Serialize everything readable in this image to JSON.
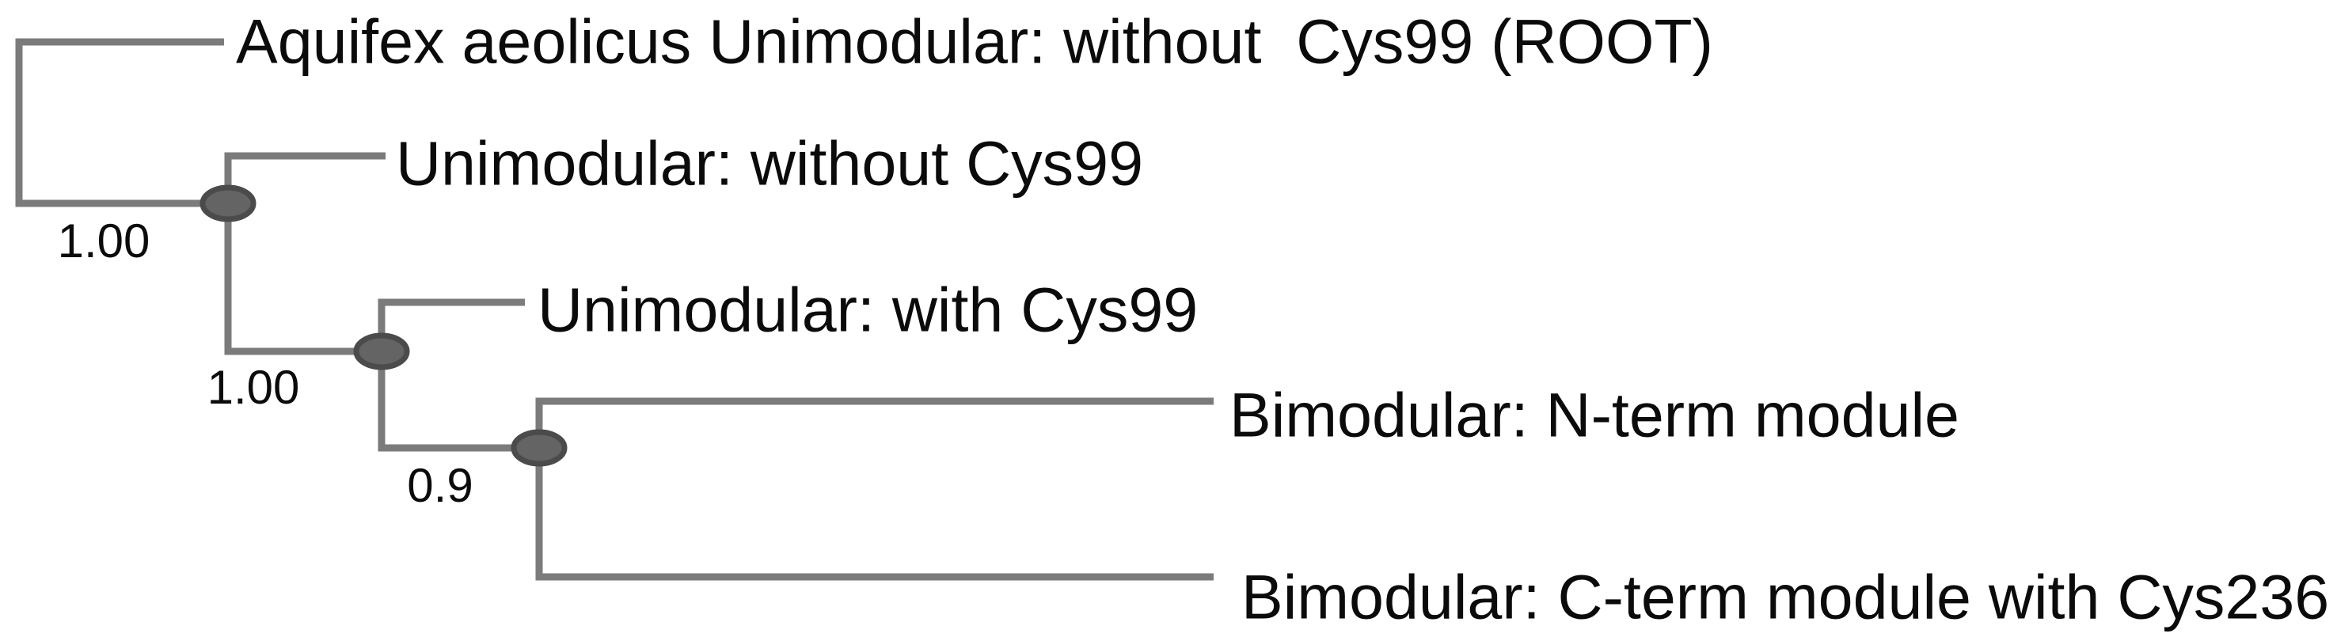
{
  "theme": {
    "branch-color": "#7b7b7b",
    "node-fill": "#646464",
    "node-border": "#4b4b4b",
    "text-color": "#0b0b0b",
    "background": "#ffffff"
  },
  "tree": {
    "type": "phylogenetic-tree",
    "orientation": "left-to-right",
    "tips": [
      {
        "label": "Aquifex aeolicus Unimodular: without  Cys99 (ROOT)"
      },
      {
        "label": "Unimodular: without Cys99"
      },
      {
        "label": "Unimodular: with Cys99"
      },
      {
        "label": "Bimodular: N-term module"
      },
      {
        "label": "Bimodular: C-term module with Cys236"
      }
    ],
    "internal_nodes": [
      {
        "support": "1.00",
        "children": [
          "Unimodular: without Cys99",
          "clade-2"
        ]
      },
      {
        "support": "1.00",
        "children": [
          "Unimodular: with Cys99",
          "clade-3"
        ]
      },
      {
        "support": "0.9",
        "children": [
          "Bimodular: N-term module",
          "Bimodular: C-term module with Cys236"
        ]
      }
    ]
  }
}
